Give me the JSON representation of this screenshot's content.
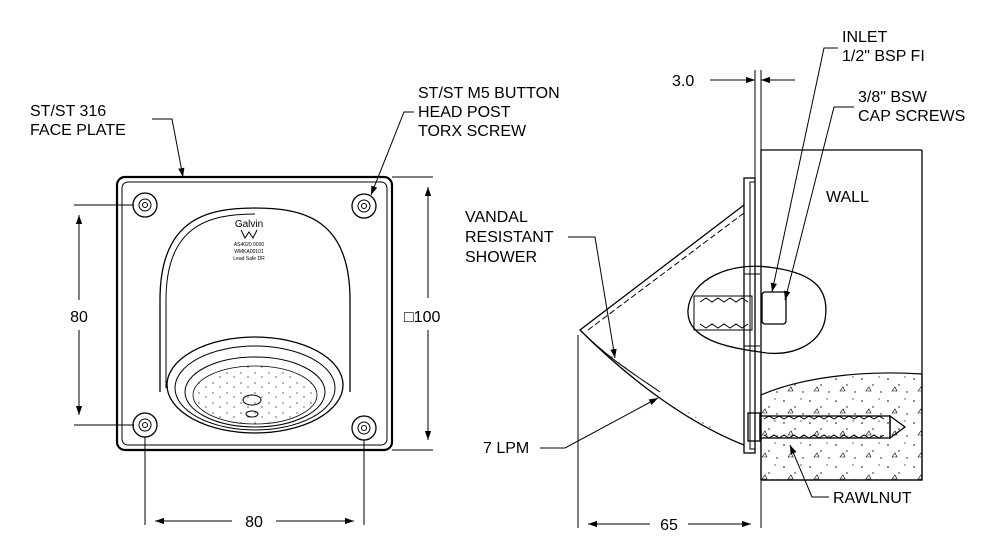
{
  "labels": {
    "face_plate": [
      "ST/ST 316",
      "FACE PLATE"
    ],
    "button_screw": [
      "ST/ST M5 BUTTON",
      "HEAD POST",
      "TORX SCREW"
    ],
    "shower": [
      "VANDAL",
      "RESISTANT",
      "SHOWER"
    ],
    "inlet": [
      "INLET",
      "1/2\" BSP FI"
    ],
    "cap_screws": [
      "3/8\" BSW",
      "CAP SCREWS"
    ],
    "wall": "WALL",
    "flow": "7 LPM",
    "rawlnut": "RAWLNUT"
  },
  "dimensions": {
    "vertical_spacing": "80",
    "horizontal_spacing": "80",
    "plate_size": "100",
    "plate_size_symbol": "□",
    "plate_gap": "3.0",
    "projection": "65"
  },
  "product": {
    "brand": "Galvin",
    "marking_lines": [
      "AS4020 0000",
      "WMKA00101",
      "Lead Safe DR"
    ]
  }
}
